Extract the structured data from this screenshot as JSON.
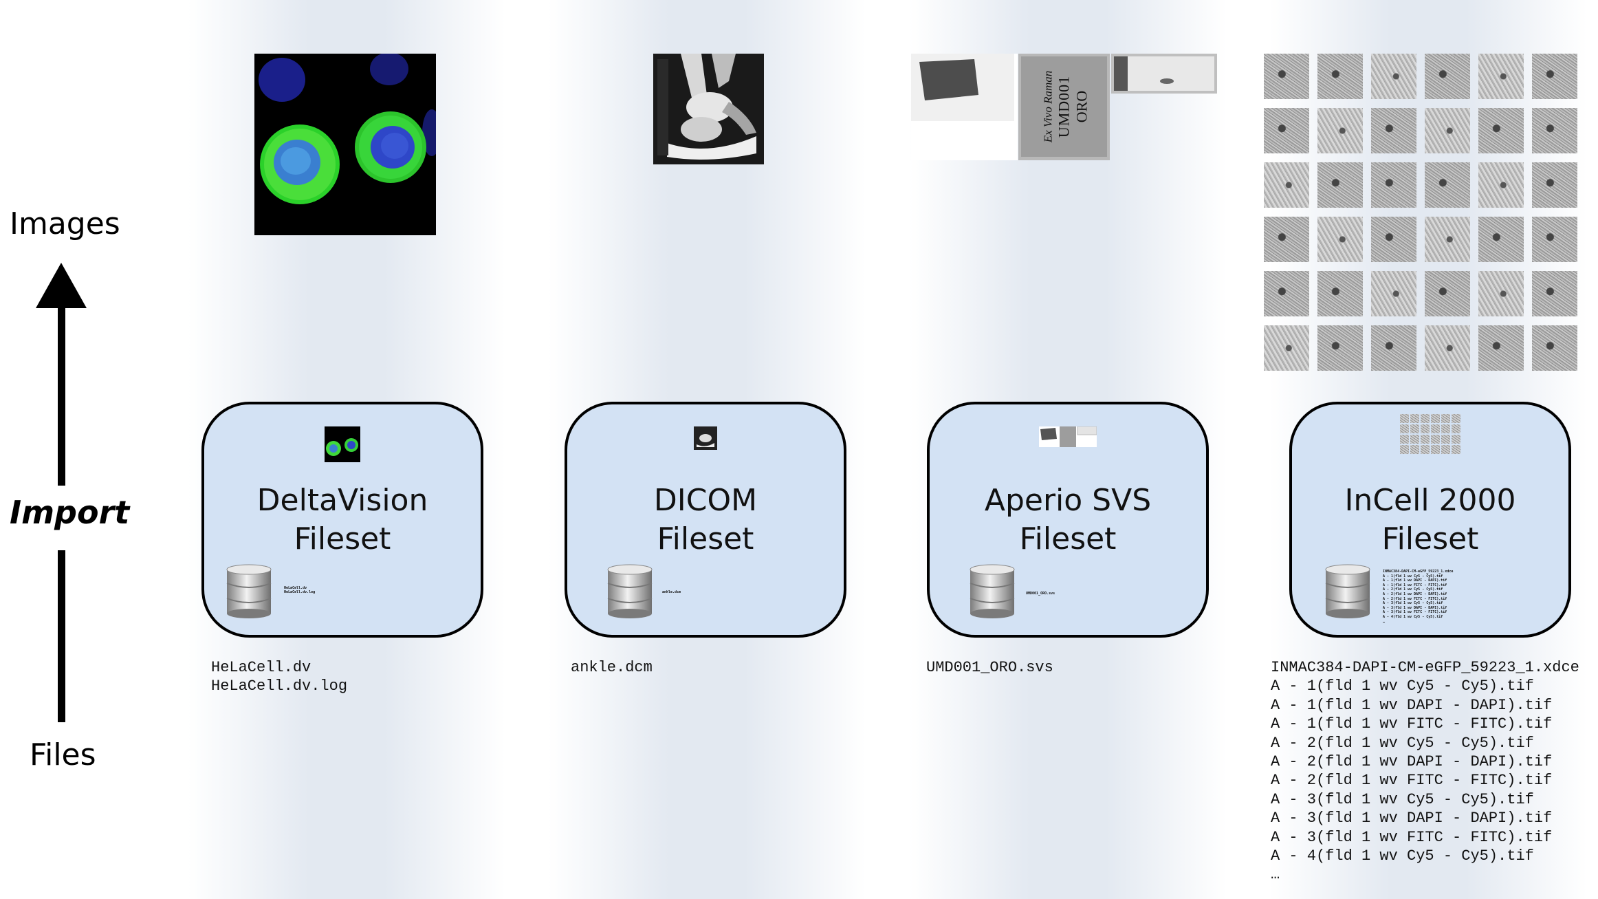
{
  "axis": {
    "top_label": "Images",
    "middle_label": "Import",
    "bottom_label": "Files"
  },
  "filesets": [
    {
      "title_line1": "DeltaVision",
      "title_line2": "Fileset",
      "files": [
        "HeLaCell.dv",
        "HeLaCell.dv.log"
      ]
    },
    {
      "title_line1": "DICOM",
      "title_line2": "Fileset",
      "files": [
        "ankle.dcm"
      ]
    },
    {
      "title_line1": "Aperio SVS",
      "title_line2": "Fileset",
      "files": [
        "UMD001_ORO.svs"
      ]
    },
    {
      "title_line1": "InCell 2000",
      "title_line2": "Fileset",
      "files": [
        "INMAC384-DAPI-CM-eGFP_59223_1.xdce",
        "A - 1(fld 1 wv Cy5 - Cy5).tif",
        "A - 1(fld 1 wv DAPI - DAPI).tif",
        "A - 1(fld 1 wv FITC - FITC).tif",
        "A - 2(fld 1 wv Cy5 - Cy5).tif",
        "A - 2(fld 1 wv DAPI - DAPI).tif",
        "A - 2(fld 1 wv FITC - FITC).tif",
        "A - 3(fld 1 wv Cy5 - Cy5).tif",
        "A - 3(fld 1 wv DAPI - DAPI).tif",
        "A - 3(fld 1 wv FITC - FITC).tif",
        "A - 4(fld 1 wv Cy5 - Cy5).tif",
        "…"
      ]
    }
  ],
  "slide_label": {
    "line1": "Ex Vivo Raman",
    "line2": "UMD001",
    "line3": "ORO"
  },
  "colors": {
    "fileset_fill": "#d3e2f4",
    "column_band": "#e3e9f1",
    "cell_green": "#3fd63a",
    "nucleus_blue": "#3a56d8"
  }
}
